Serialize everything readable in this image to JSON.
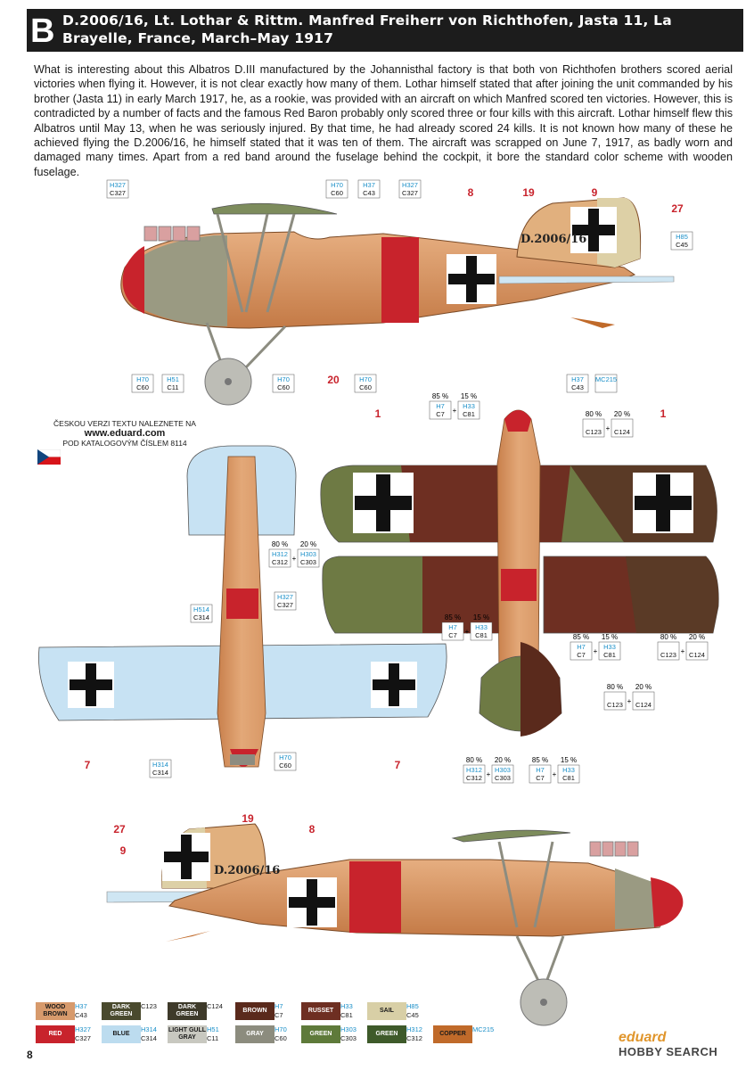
{
  "header": {
    "letter": "B",
    "title": "D.2006/16, Lt. Lothar & Rittm. Manfred Freiherr von Richthofen, Jasta 11, La Brayelle, France, March–May 1917"
  },
  "intro": "What is interesting about this Albatros D.III manufactured by the Johannisthal factory is that both von Richthofen brothers scored aerial victories when flying it. However, it is not clear exactly how many of them. Lothar himself stated that after joining the unit commanded by his brother (Jasta 11) in early March 1917, he, as a rookie, was provided with an aircraft on which Manfred scored ten victories. However, this is contradicted by a number of facts and the famous Red Baron probably only scored three or four kills with this aircraft. Lothar himself flew this Albatros until May 13, when he was seriously injured. By that time, he had already scored 24 kills. It is not known how many of these he achieved flying the D.2006/16, he himself stated that it was ten of them. The aircraft was scrapped on June 7, 1917, as badly worn and damaged many times. Apart from a red band around the fuselage behind the cockpit, it bore the standard color scheme with wooden fuselage.",
  "czech_note": {
    "line1": "ČESKOU VERZI TEXTU NALEZNETE NA",
    "url": "www.eduard.com",
    "line2": "POD KATALOGOVÝM ČÍSLEM 8114"
  },
  "aircraft_serial": "D.2006/16",
  "side_view_top": {
    "callouts": [
      {
        "h": "H327",
        "c": "C327"
      },
      {
        "h": "H70",
        "c": "C60"
      },
      {
        "h": "H37",
        "c": "C43"
      },
      {
        "h": "H327",
        "c": "C327"
      },
      {
        "h": "H85",
        "c": "C45"
      },
      {
        "h": "H70",
        "c": "C60"
      },
      {
        "h": "H51",
        "c": "C11"
      },
      {
        "h": "H70",
        "c": "C60"
      },
      {
        "h": "H70",
        "c": "C60"
      },
      {
        "h": "H37",
        "c": "C43"
      },
      {
        "h": "MC215",
        "c": ""
      }
    ],
    "numbers": [
      "8",
      "19",
      "9",
      "27",
      "20"
    ]
  },
  "top_view": {
    "callouts": [
      {
        "h": "H514",
        "c": "C314"
      },
      {
        "h": "H327",
        "c": "C327"
      },
      {
        "h": "H314",
        "c": "C314"
      },
      {
        "h": "H70",
        "c": "C60"
      }
    ],
    "numbers": [
      "7",
      "7"
    ],
    "mix": {
      "p1": "80 %",
      "p2": "20 %",
      "a_h": "H312",
      "a_c": "C312",
      "b_h": "H303",
      "b_c": "C303"
    }
  },
  "bottom_view": {
    "numbers": [
      "1",
      "1"
    ],
    "mixes": [
      {
        "p1": "85 %",
        "p2": "15 %",
        "a_h": "H7",
        "a_c": "C7",
        "b_h": "H33",
        "b_c": "C81"
      },
      {
        "p1": "80 %",
        "p2": "20 %",
        "a_h": "",
        "a_c": "C123",
        "b_h": "",
        "b_c": "C124"
      },
      {
        "p1": "85 %",
        "p2": "15 %",
        "a_h": "H7",
        "a_c": "C7",
        "b_h": "H33",
        "b_c": "C81"
      },
      {
        "p1": "85 %",
        "p2": "15 %",
        "a_h": "H7",
        "a_c": "C7",
        "b_h": "H33",
        "b_c": "C81"
      },
      {
        "p1": "80 %",
        "p2": "20 %",
        "a_h": "",
        "a_c": "C123",
        "b_h": "",
        "b_c": "C124"
      },
      {
        "p1": "80 %",
        "p2": "20 %",
        "a_h": "",
        "a_c": "C123",
        "b_h": "",
        "b_c": "C124"
      },
      {
        "p1": "80 %",
        "p2": "20 %",
        "a_h": "H312",
        "a_c": "C312",
        "b_h": "H303",
        "b_c": "C303"
      },
      {
        "p1": "85 %",
        "p2": "15 %",
        "a_h": "H7",
        "a_c": "C7",
        "b_h": "H33",
        "b_c": "C81"
      }
    ]
  },
  "side_view_bottom": {
    "numbers": [
      "27",
      "19",
      "9",
      "8"
    ]
  },
  "legend": [
    {
      "name": "WOOD\nBROWN",
      "h": "H37",
      "c": "C43",
      "bg": "#d79a6c",
      "fg": "#1a1a1a"
    },
    {
      "name": "DARK\nGREEN",
      "h": "",
      "c": "C123",
      "bg": "#4a4a2e",
      "fg": "#ffffff"
    },
    {
      "name": "DARK\nGREEN",
      "h": "",
      "c": "C124",
      "bg": "#3e3a2a",
      "fg": "#ffffff"
    },
    {
      "name": "BROWN",
      "h": "H7",
      "c": "C7",
      "bg": "#5a2a1c",
      "fg": "#ffffff"
    },
    {
      "name": "RUSSET",
      "h": "H33",
      "c": "C81",
      "bg": "#6e2f22",
      "fg": "#ffffff"
    },
    {
      "name": "SAIL",
      "h": "H85",
      "c": "C45",
      "bg": "#d8cfa6",
      "fg": "#1a1a1a"
    },
    {
      "name": "RED",
      "h": "H327",
      "c": "C327",
      "bg": "#c8232c",
      "fg": "#ffffff"
    },
    {
      "name": "BLUE",
      "h": "H314",
      "c": "C314",
      "bg": "#bcdcef",
      "fg": "#1a1a1a"
    },
    {
      "name": "LIGHT GULL\nGRAY",
      "h": "H51",
      "c": "C11",
      "bg": "#c8c8c0",
      "fg": "#1a1a1a"
    },
    {
      "name": "GRAY",
      "h": "H70",
      "c": "C60",
      "bg": "#8c8c7e",
      "fg": "#ffffff"
    },
    {
      "name": "GREEN",
      "h": "H303",
      "c": "C303",
      "bg": "#5e7a3a",
      "fg": "#ffffff"
    },
    {
      "name": "GREEN",
      "h": "H312",
      "c": "C312",
      "bg": "#3e5a2a",
      "fg": "#ffffff"
    },
    {
      "name": "COPPER",
      "h": "MC215",
      "c": "",
      "bg": "#c06a2a",
      "fg": "#1a1a1a"
    }
  ],
  "page_number": "8",
  "brand": {
    "a": "eduard",
    "b": "HOBBY SEARCH"
  }
}
